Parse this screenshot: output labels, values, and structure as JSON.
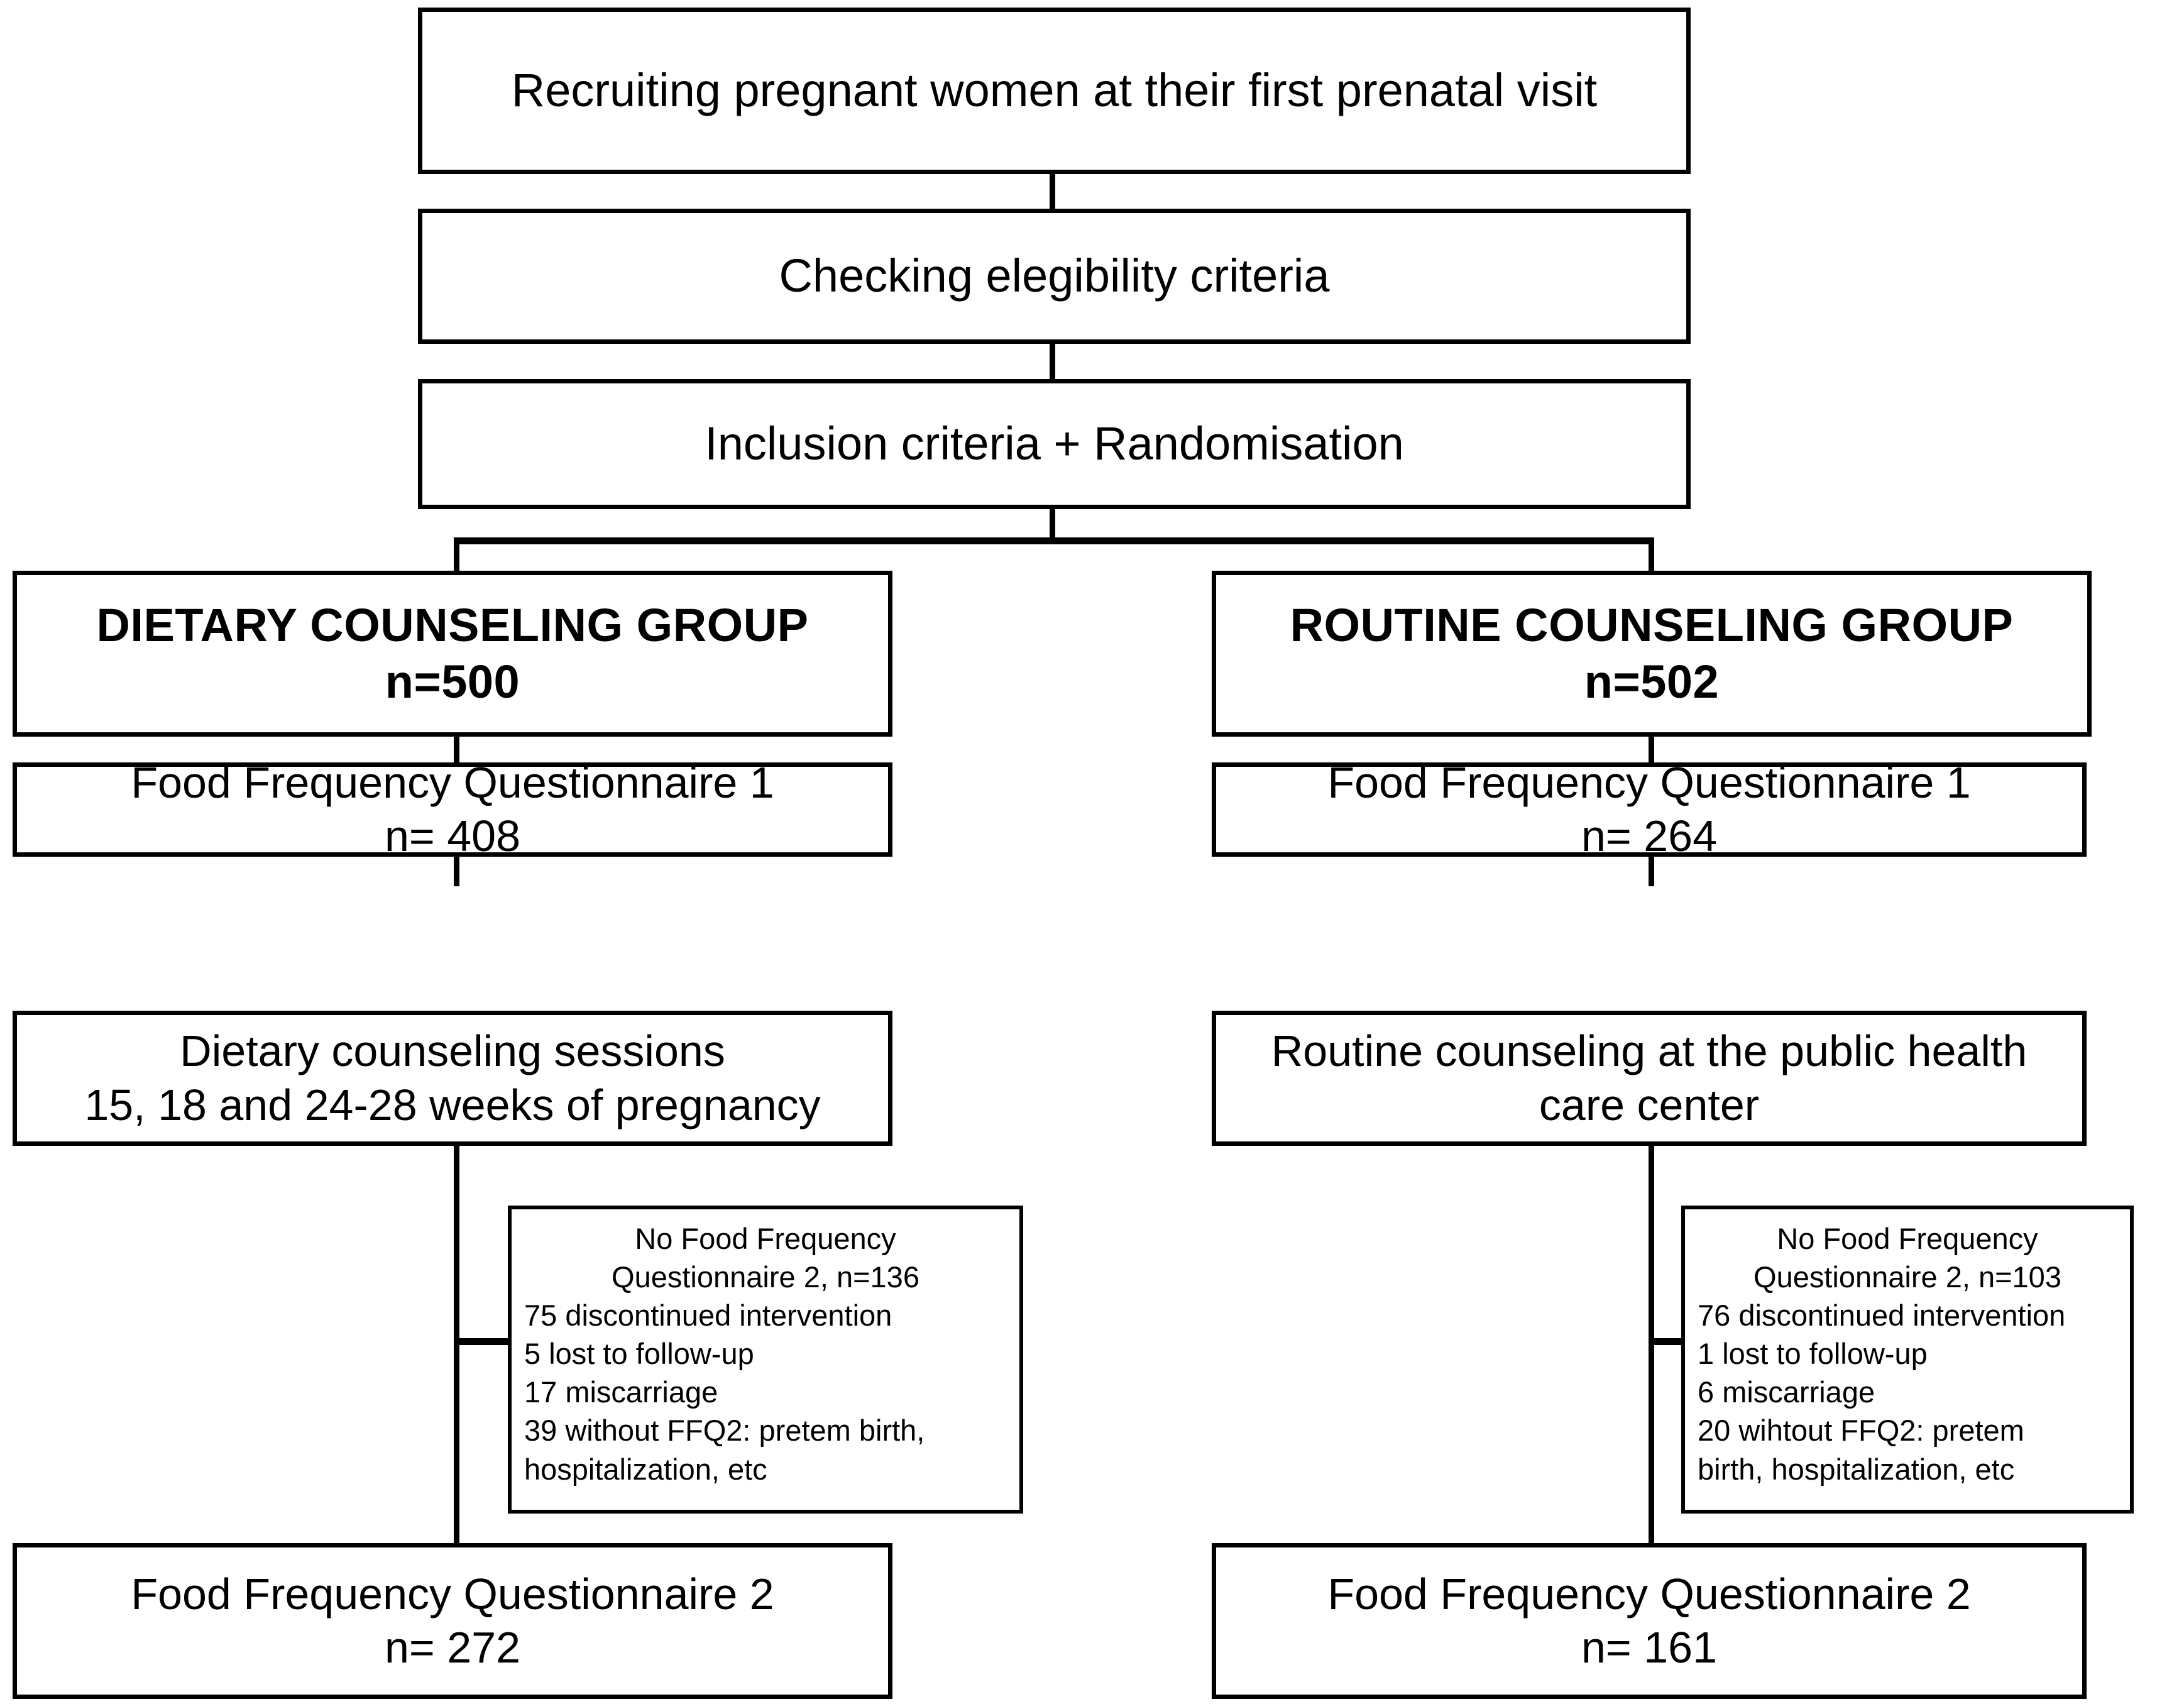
{
  "diagram": {
    "title": "CONSORT participant flow diagram",
    "line_color": "#000000",
    "background_color": "#ffffff",
    "text_color": "#000000"
  },
  "nodes": {
    "recruiting": {
      "line1": "Recruiting pregnant women at their first prenatal visit"
    },
    "eligibility": {
      "line1": "Checking elegibility criteria"
    },
    "inclusion": {
      "line1": "Inclusion criteria + Randomisation"
    },
    "dietary_group": {
      "line1": "DIETARY COUNSELING GROUP",
      "line2": "n=500"
    },
    "routine_group": {
      "line1": "ROUTINE COUNSELING GROUP",
      "line2": "n=502"
    },
    "ffq1_left": {
      "line1": "Food Frequency Questionnaire 1",
      "line2": "n= 408"
    },
    "ffq1_right": {
      "line1": "Food Frequency Questionnaire 1",
      "line2": "n= 264"
    },
    "sessions_left": {
      "line1": "Dietary counseling sessions",
      "line2": "15, 18 and 24-28 weeks of pregnancy"
    },
    "sessions_right": {
      "line1": "Routine counseling at the public health",
      "line2": "care center"
    },
    "excluded_left": {
      "line1": "No Food Frequency",
      "line2": "Questionnaire 2, n=136",
      "line3": "75 discontinued intervention",
      "line4": "5 lost to follow-up",
      "line5": "17 miscarriage",
      "line6": "39 without FFQ2: pretem birth,",
      "line7": "hospitalization, etc"
    },
    "excluded_right": {
      "line1": "No Food Frequency",
      "line2": "Questionnaire 2, n=103",
      "line3": "76 discontinued intervention",
      "line4": "1 lost to follow-up",
      "line5": "6 miscarriage",
      "line6": "20 wihtout FFQ2: pretem",
      "line7": "birth, hospitalization, etc"
    },
    "ffq2_left": {
      "line1": "Food Frequency Questionnaire 2",
      "line2": "n= 272"
    },
    "ffq2_right": {
      "line1": "Food Frequency Questionnaire 2",
      "line2": "n= 161"
    }
  }
}
